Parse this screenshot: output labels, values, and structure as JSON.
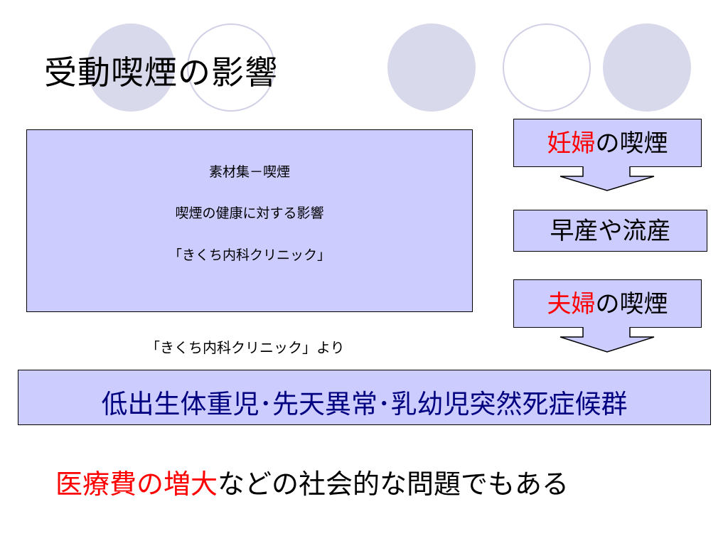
{
  "slide": {
    "title": "受動喫煙の影響"
  },
  "material_box": {
    "lines": [
      "素材集－喫煙",
      "喫煙の健康に対する影響",
      "「きくち内科クリニック」"
    ]
  },
  "source_caption": "「きくち内科クリニック」より",
  "flow": {
    "pregnant_smoking": {
      "highlight": "妊婦",
      "rest": "の喫煙"
    },
    "premature_birth": "早産や流産",
    "couple_smoking": {
      "highlight": "夫婦",
      "rest": "の喫煙"
    }
  },
  "result": "低出生体重児･先天異常･乳幼児突然死症候群",
  "conclusion": {
    "highlight": "医療費の増大",
    "rest": "などの社会的な問題でもある"
  },
  "colors": {
    "box_fill": "#ccccff",
    "highlight_red": "#ff0000",
    "result_text": "#000080",
    "decor_circle": "#d9d9ec"
  }
}
